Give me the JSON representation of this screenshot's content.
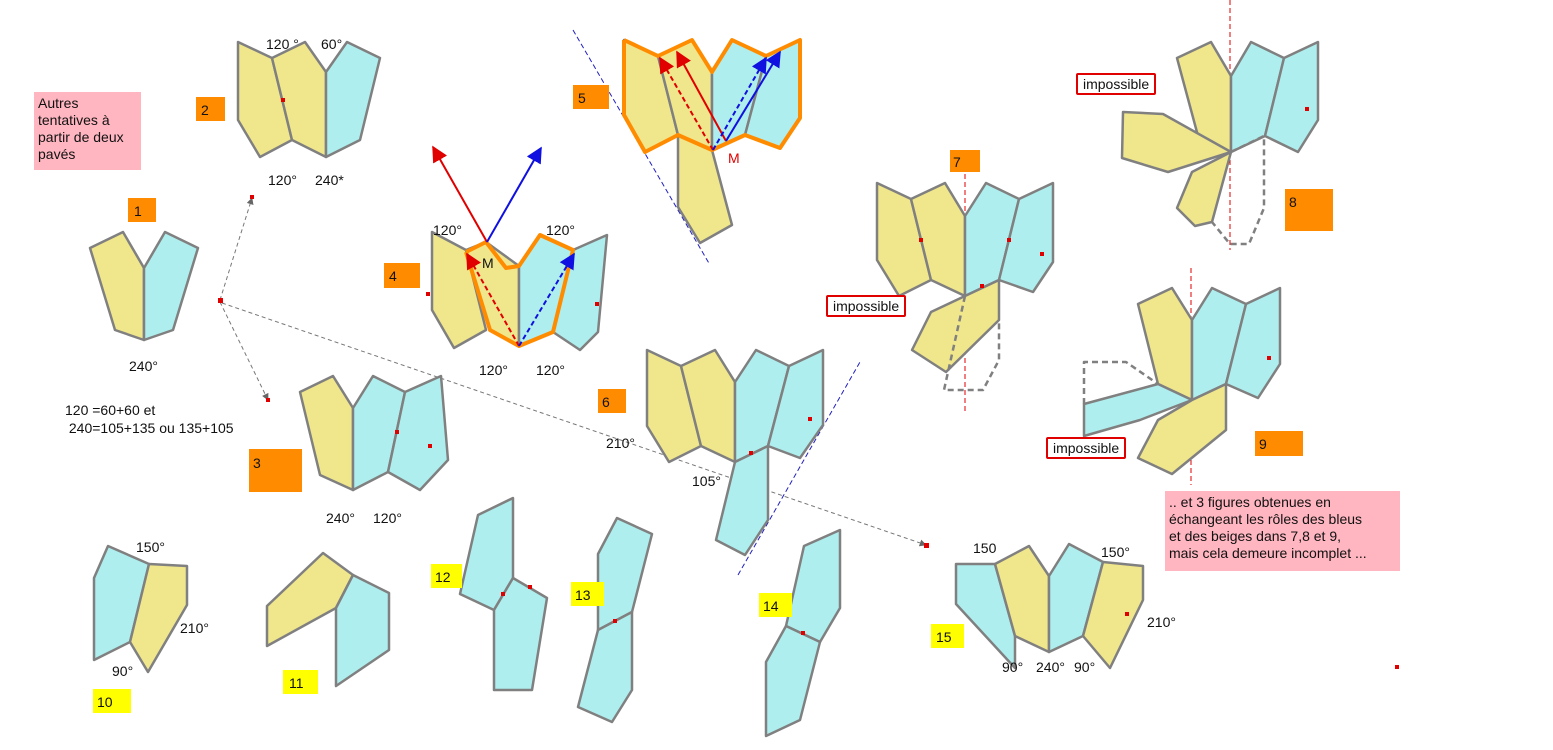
{
  "notes": {
    "intro": "Autres\ntentatives à\npartir de deux\npavés",
    "final": ".. et 3 figures obtenues en\néchangeant les rôles des bleus\net des beiges dans 7,8 et 9,\nmais cela demeure incomplet ..."
  },
  "formula": {
    "line1": "120 =60+60 et",
    "line2": " 240=105+135 ou 135+105"
  },
  "tags": {
    "impossible_7": "impossible",
    "impossible_8": "impossible",
    "impossible_9": "impossible"
  },
  "numbers": [
    "1",
    "2",
    "3",
    "4",
    "5",
    "6",
    "7",
    "8",
    "9",
    "10",
    "11",
    "12",
    "13",
    "14",
    "15"
  ],
  "angles": {
    "fig1_240": "240°",
    "fig2_120_top": "120 °",
    "fig2_60": "60°",
    "fig2_120_bot": "120°",
    "fig2_240": "240*",
    "fig3_240": "240°",
    "fig3_120": "120°",
    "fig4_120_tl": "120°",
    "fig4_120_tr": "120°",
    "fig4_120_bl": "120°",
    "fig4_120_br": "120°",
    "fig4_M": "M",
    "fig5_M": "M",
    "fig6_210": "210°",
    "fig6_105": "105°",
    "fig10_150": "150°",
    "fig10_210": "210°",
    "fig10_90": "90°",
    "fig15_150_l": "150",
    "fig15_150_r": "150°",
    "fig15_210": "210°",
    "fig15_90_l": "90°",
    "fig15_240": "240°",
    "fig15_90_r": "90°"
  },
  "colors": {
    "beige": "#f0e68c",
    "blue": "#afeeee",
    "outline": "#808080",
    "orange": "#ff8c00",
    "yellow": "#ffff00",
    "red": "#e00000",
    "blue_arrow": "#1010e0"
  }
}
